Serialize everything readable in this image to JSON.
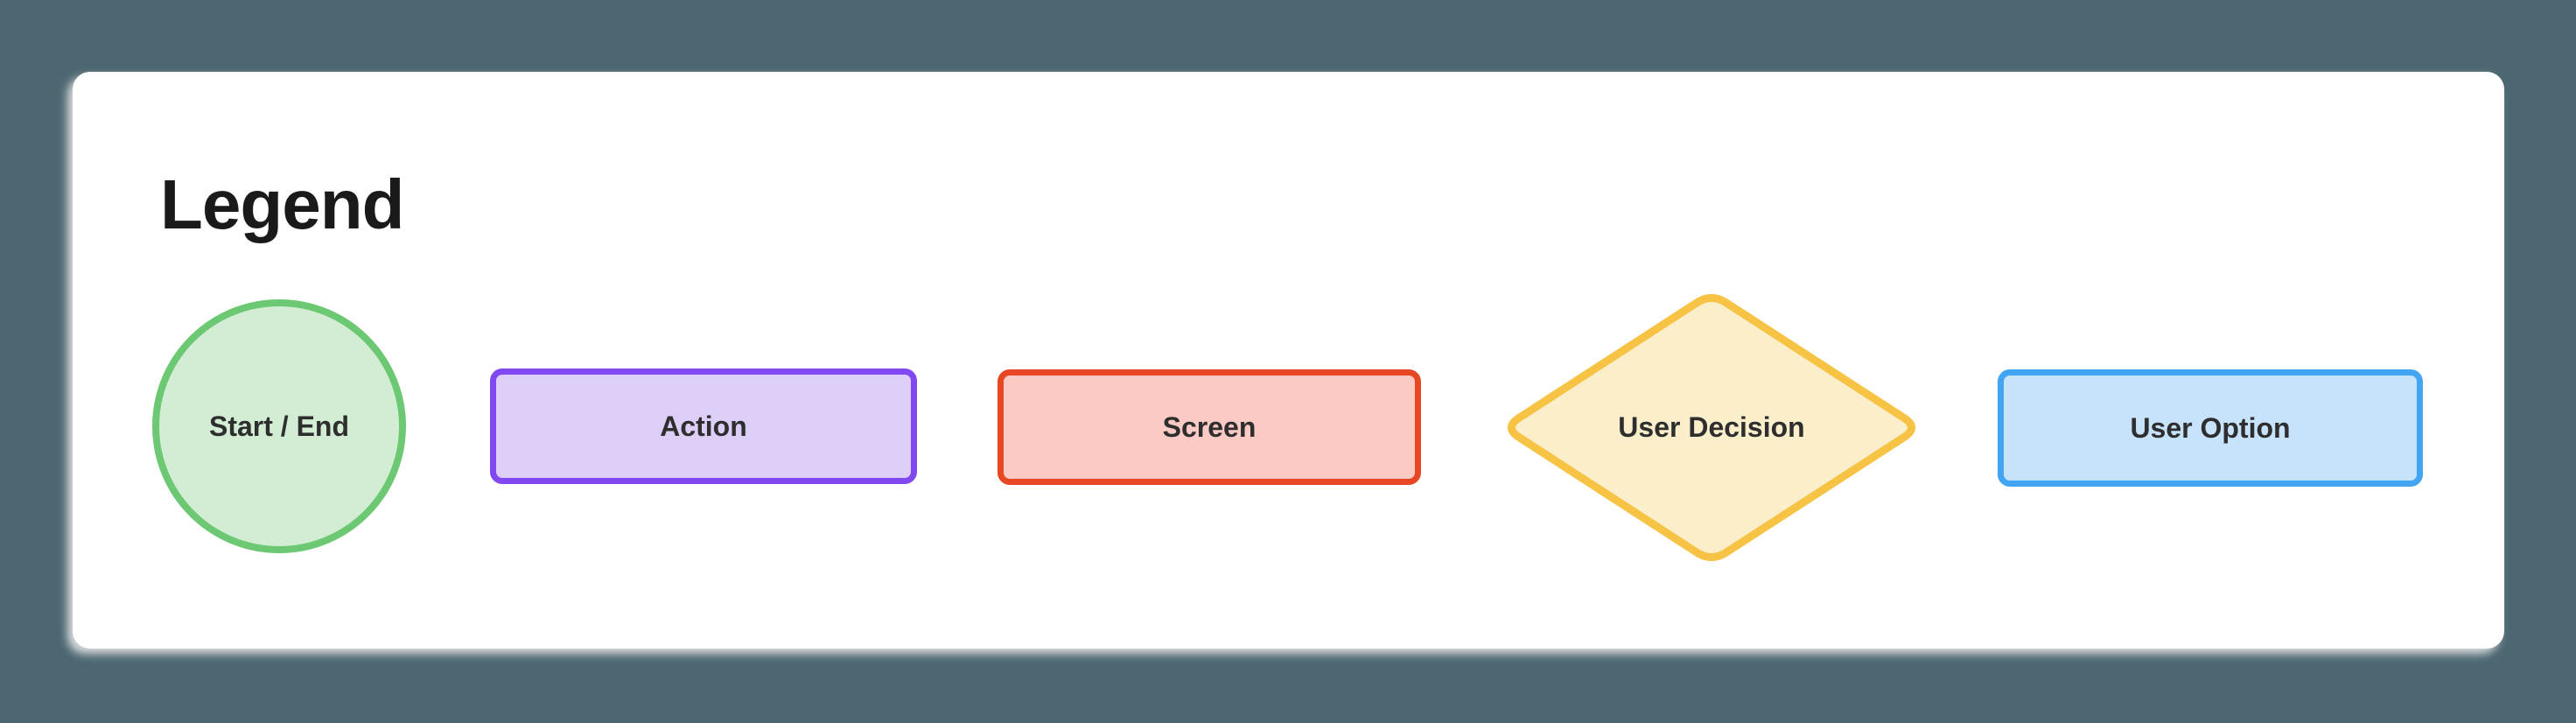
{
  "page": {
    "background_color": "#4d6771"
  },
  "card": {
    "title": "Legend",
    "background_color": "#ffffff",
    "title_color": "#1a1a1a"
  },
  "legend": {
    "label_color": "#2e2e2e",
    "items": [
      {
        "label": "Start / End",
        "shape": "circle",
        "fill": "#d2edd4",
        "border": "#6cc873"
      },
      {
        "label": "Action",
        "shape": "rectangle",
        "fill": "#ddcef8",
        "border": "#8148f1"
      },
      {
        "label": "Screen",
        "shape": "rectangle",
        "fill": "#fccac5",
        "border": "#e84723"
      },
      {
        "label": "User Decision",
        "shape": "diamond",
        "fill": "#fbeecb",
        "border": "#f7c345"
      },
      {
        "label": "User Option",
        "shape": "rectangle",
        "fill": "#c7e3fb",
        "border": "#41a5f4"
      }
    ]
  }
}
